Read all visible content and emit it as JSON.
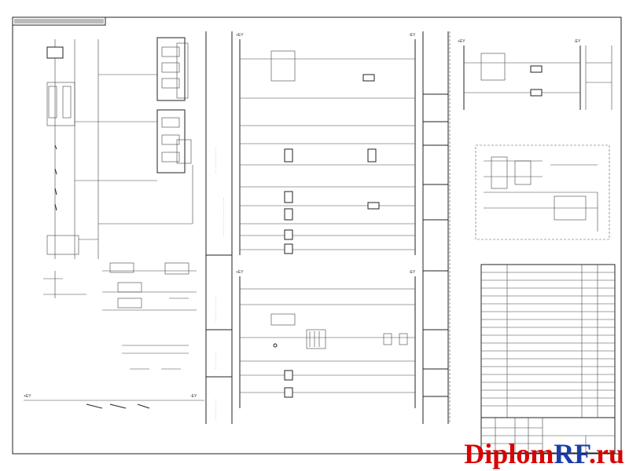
{
  "watermark": {
    "part1": "Diplom",
    "part2": "RF",
    "part3": ".ru"
  },
  "bus_labels": [
    "+EY",
    "-EY",
    "+EY",
    "-EY",
    "+EY",
    "-EY",
    "+EY",
    "-EY"
  ],
  "table_title": "Schema",
  "colors": {
    "watermark_red": "#d90000",
    "watermark_blue": "#1a3ea8",
    "ink": "#222222"
  }
}
